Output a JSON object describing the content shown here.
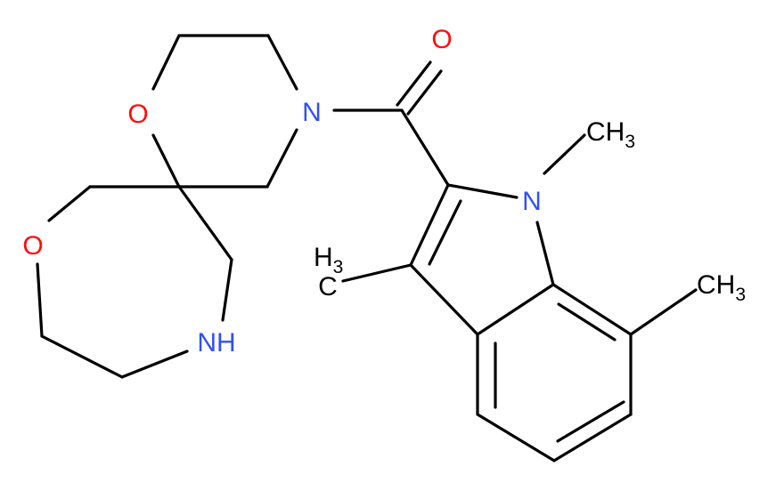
{
  "colors": {
    "carbon": "#000000",
    "oxygen": "#ff0d0d",
    "nitrogen": "#3050f8",
    "background": "#ffffff"
  },
  "atoms": {
    "carbonyl_O": "O",
    "morpholine_O": "O",
    "oxazepane_O": "O",
    "amide_N": "N",
    "indole_N": "N",
    "amine_NH": "NH",
    "n_methyl": "CH",
    "n_methyl_sub": "3",
    "c3_methyl": "H",
    "c3_methyl_sub": "3",
    "c3_methyl_tail": "C",
    "c7_methyl": "CH",
    "c7_methyl_sub": "3"
  }
}
